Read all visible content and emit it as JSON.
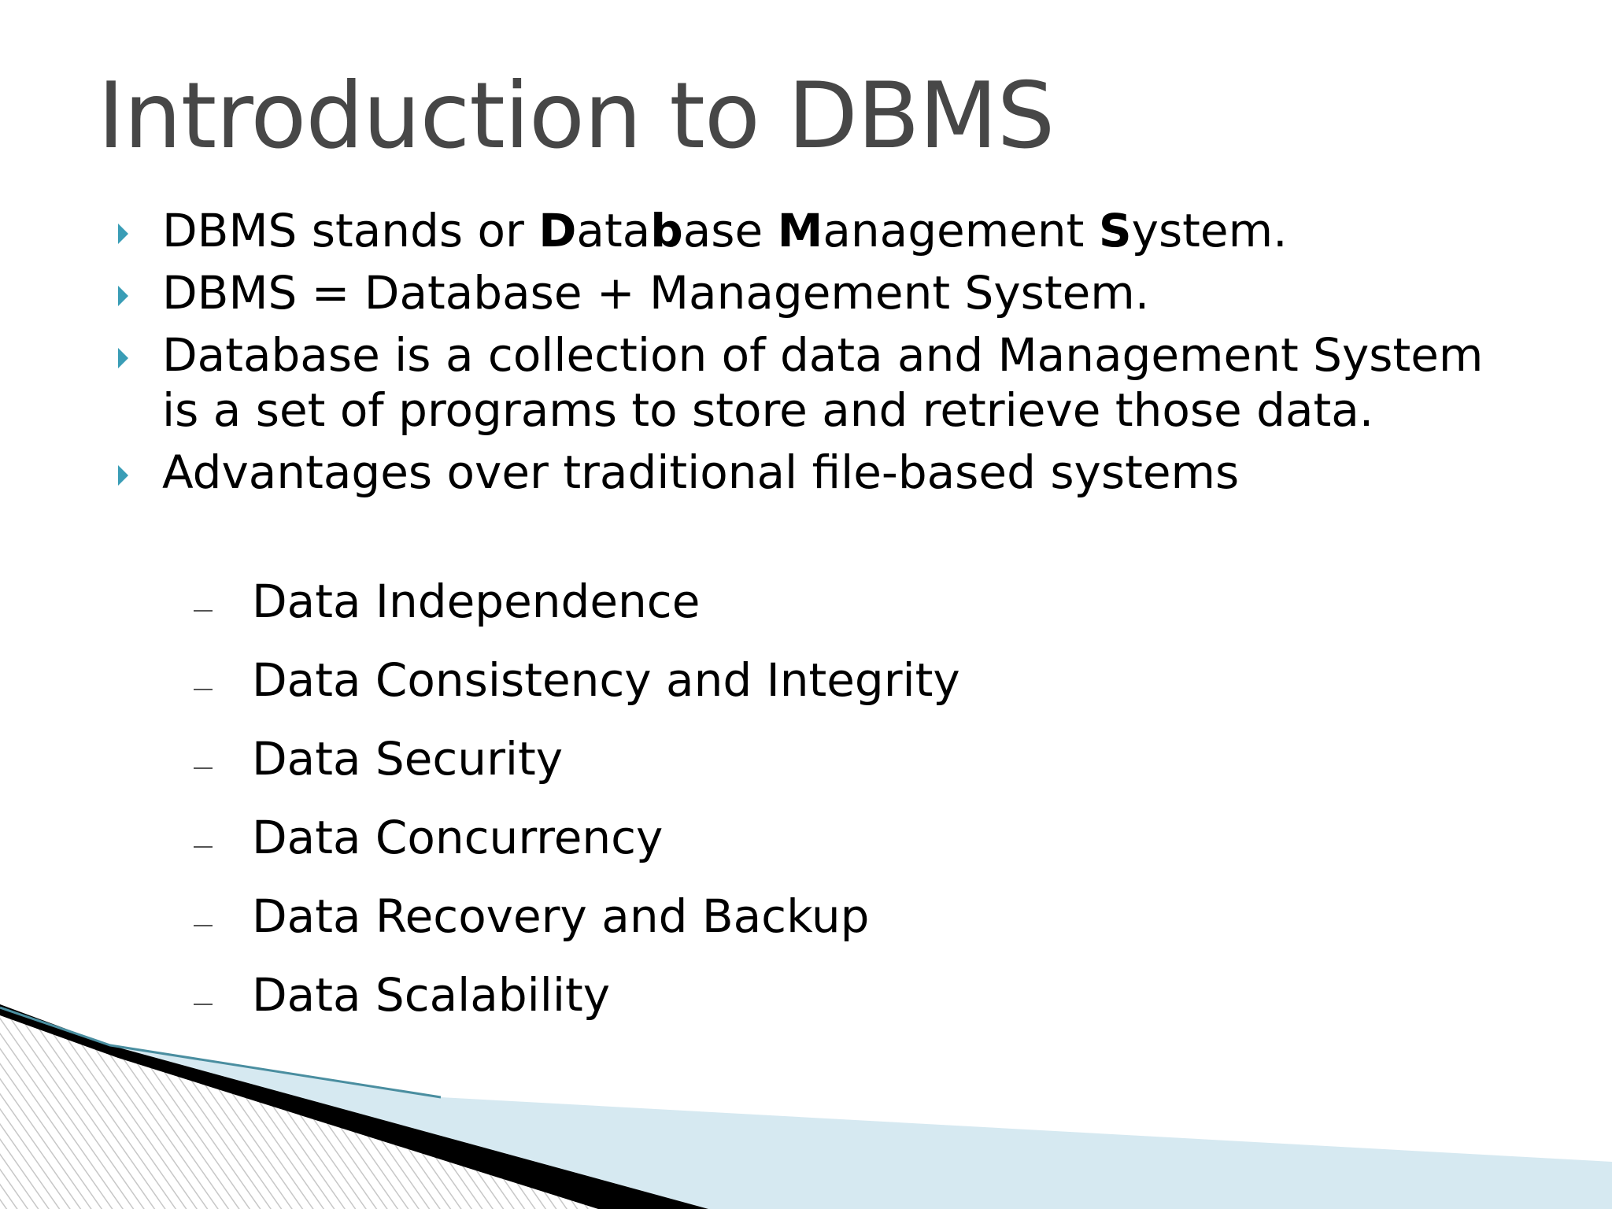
{
  "slide": {
    "title": "Introduction to DBMS",
    "bullets": [
      {
        "segments": [
          {
            "text": "DBMS stands or ",
            "bold": false
          },
          {
            "text": "D",
            "bold": true
          },
          {
            "text": "ata",
            "bold": false
          },
          {
            "text": "b",
            "bold": true
          },
          {
            "text": "ase ",
            "bold": false
          },
          {
            "text": "M",
            "bold": true
          },
          {
            "text": "anagement ",
            "bold": false
          },
          {
            "text": "S",
            "bold": true
          },
          {
            "text": "ystem.",
            "bold": false
          }
        ]
      },
      {
        "text": "DBMS = Database + Management System."
      },
      {
        "text": "Database is a collection of data and Management System is a set of programs to store and retrieve those data."
      },
      {
        "text": "Advantages over traditional file-based systems"
      }
    ],
    "sub_bullets": [
      "Data Independence",
      "Data Consistency and Integrity",
      "Data Security",
      "Data Concurrency",
      "Data Recovery and Backup",
      "Data Scalability"
    ]
  },
  "theme": {
    "title_color": "#474747",
    "bullet_color": "#3a9db6",
    "text_color": "#000000",
    "accent_light": "#d6e9f1",
    "accent_dark": "#000000"
  },
  "icons": {
    "bullet": "triangle-right-icon",
    "sub_bullet": "dash-icon"
  }
}
